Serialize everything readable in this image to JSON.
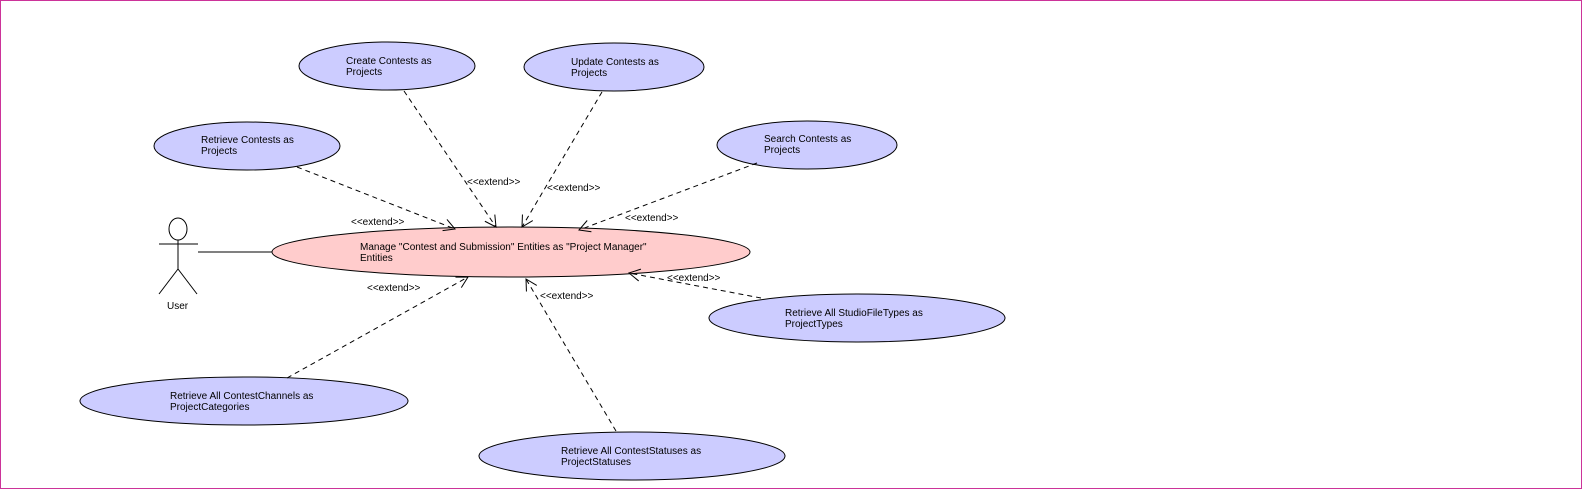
{
  "diagram": {
    "actor": {
      "name": "User"
    },
    "central_use_case": {
      "line1": "Manage \"Contest and Submission\"  Entities as \"Project Manager\"",
      "line2": "Entities"
    },
    "extending_use_cases": [
      {
        "id": "create",
        "line1": "Create Contests as",
        "line2": "Projects"
      },
      {
        "id": "update",
        "line1": "Update Contests as",
        "line2": "Projects"
      },
      {
        "id": "retrieve",
        "line1": "Retrieve Contests as",
        "line2": "Projects"
      },
      {
        "id": "search",
        "line1": "Search Contests as",
        "line2": "Projects"
      },
      {
        "id": "filetypes",
        "line1": "Retrieve All StudioFileTypes as",
        "line2": "ProjectTypes"
      },
      {
        "id": "channels",
        "line1": "Retrieve All ContestChannels as",
        "line2": "ProjectCategories"
      },
      {
        "id": "statuses",
        "line1": "Retrieve All ContestStatuses as",
        "line2": "ProjectStatuses"
      }
    ],
    "stereotype": "<<extend>>",
    "colors": {
      "central_fill": "#ffcccc",
      "use_case_fill": "#ccccff",
      "border": "#cc3399",
      "line": "#000000"
    }
  }
}
